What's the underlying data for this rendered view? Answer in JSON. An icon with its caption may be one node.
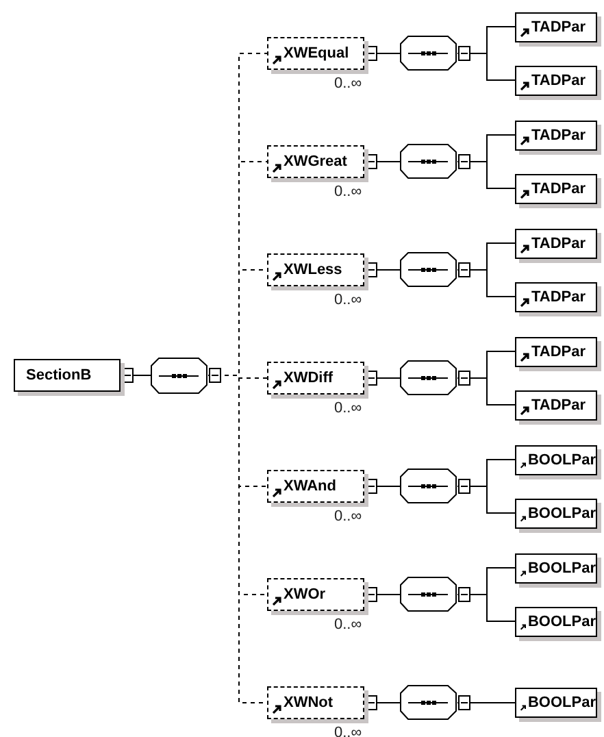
{
  "diagram": {
    "nodes": [
      {
        "text": [
          "SectionB"
        ]
      },
      {
        "text": [],
        "shape": "octagon"
      },
      {
        "text": [
          "XWEqual"
        ],
        "beside": [
          "0..∞"
        ]
      },
      {
        "text": [],
        "shape": "octagon"
      },
      {
        "text": [
          "TADPar"
        ]
      },
      {
        "text": [
          "TADPar"
        ]
      },
      {
        "text": [
          "XWGreat"
        ],
        "beside": [
          "0..∞"
        ]
      },
      {
        "text": [],
        "shape": "octagon"
      },
      {
        "text": [
          "TADPar"
        ]
      },
      {
        "text": [
          "TADPar"
        ]
      },
      {
        "text": [
          "XWLess"
        ],
        "beside": [
          "0..∞"
        ]
      },
      {
        "text": [],
        "shape": "octagon"
      },
      {
        "text": [
          "TADPar"
        ]
      },
      {
        "text": [
          "TADPar"
        ]
      },
      {
        "text": [
          "XWDiff"
        ],
        "beside": [
          "0..∞"
        ]
      },
      {
        "text": [],
        "shape": "octagon"
      },
      {
        "text": [
          "TADPar"
        ]
      },
      {
        "text": [
          "TADPar"
        ]
      },
      {
        "text": [
          "XWAnd"
        ],
        "beside": [
          "0..∞"
        ]
      },
      {
        "text": [],
        "shape": "octagon"
      },
      {
        "text": [
          "BOOLPar"
        ]
      },
      {
        "text": [
          "BOOLPar"
        ]
      },
      {
        "text": [
          "XWOr"
        ],
        "beside": [
          "0..∞"
        ]
      },
      {
        "text": [],
        "shape": "octagon"
      },
      {
        "text": [
          "BOOLPar"
        ]
      },
      {
        "text": [
          "BOOLPar"
        ]
      },
      {
        "text": [
          "XWNot"
        ],
        "beside": [
          "0..∞"
        ]
      },
      {
        "text": [],
        "shape": "octagon"
      },
      {
        "text": [
          "BOOLPar"
        ]
      }
    ],
    "edges": [
      {
        "from": 0,
        "to": 1,
        "arrow": "other"
      },
      {
        "from": 1,
        "to": 2,
        "arrow": "other",
        "style": "dashed"
      },
      {
        "from": 1,
        "to": 6,
        "arrow": "other",
        "style": "dashed"
      },
      {
        "from": 1,
        "to": 10,
        "arrow": "other",
        "style": "dashed"
      },
      {
        "from": 1,
        "to": 14,
        "arrow": "other",
        "style": "dashed"
      },
      {
        "from": 1,
        "to": 18,
        "arrow": "other",
        "style": "dashed"
      },
      {
        "from": 1,
        "to": 22,
        "arrow": "other",
        "style": "dashed"
      },
      {
        "from": 1,
        "to": 26,
        "arrow": "other",
        "style": "dashed"
      },
      {
        "from": 2,
        "to": 3,
        "arrow": "other"
      },
      {
        "from": 3,
        "to": 4,
        "arrow": "other"
      },
      {
        "from": 3,
        "to": 5,
        "arrow": "other"
      },
      {
        "from": 6,
        "to": 7,
        "arrow": "other"
      },
      {
        "from": 7,
        "to": 8,
        "arrow": "other"
      },
      {
        "from": 7,
        "to": 9,
        "arrow": "other"
      },
      {
        "from": 10,
        "to": 11,
        "arrow": "other"
      },
      {
        "from": 11,
        "to": 12,
        "arrow": "other"
      },
      {
        "from": 11,
        "to": 13,
        "arrow": "other"
      },
      {
        "from": 14,
        "to": 15,
        "arrow": "other"
      },
      {
        "from": 15,
        "to": 16,
        "arrow": "other"
      },
      {
        "from": 15,
        "to": 17,
        "arrow": "other"
      },
      {
        "from": 18,
        "to": 19,
        "arrow": "other"
      },
      {
        "from": 19,
        "to": 20,
        "arrow": "other"
      },
      {
        "from": 19,
        "to": 21,
        "arrow": "other"
      },
      {
        "from": 22,
        "to": 23,
        "arrow": "other"
      },
      {
        "from": 23,
        "to": 24,
        "arrow": "other"
      },
      {
        "from": 23,
        "to": 25,
        "arrow": "other"
      },
      {
        "from": 26,
        "to": 27,
        "arrow": "other"
      },
      {
        "from": 27,
        "to": 28,
        "arrow": "other"
      }
    ]
  }
}
